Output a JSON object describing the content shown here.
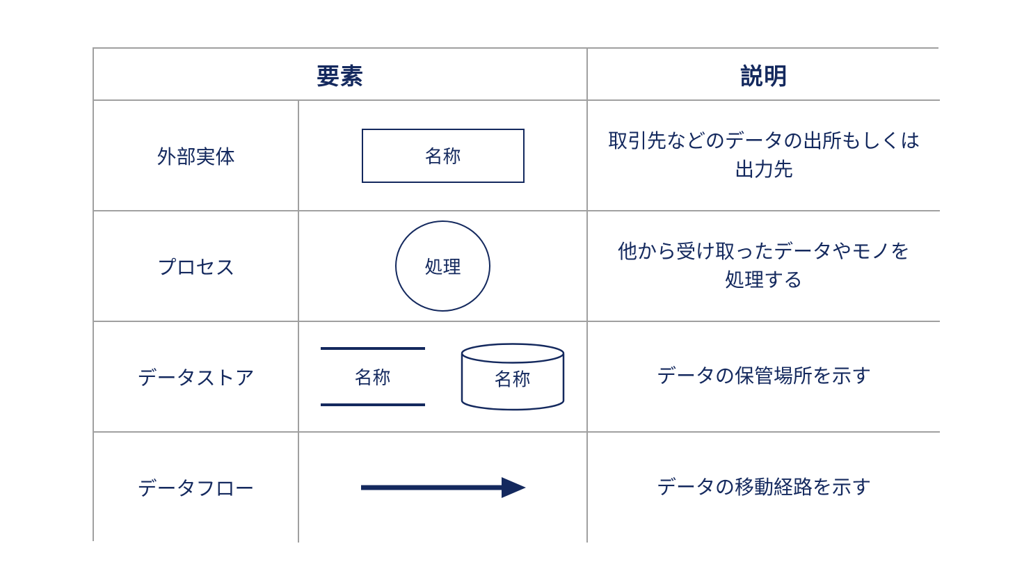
{
  "colors": {
    "ink": "#14295e",
    "border": "#a0a0a0",
    "background": "#ffffff"
  },
  "table": {
    "header": {
      "element": "要素",
      "description": "説明"
    },
    "rows": [
      {
        "label": "外部実体",
        "shape": "rectangle",
        "shape_label": "名称",
        "description": "取引先などのデータの出所もしくは\n出力先"
      },
      {
        "label": "プロセス",
        "shape": "circle",
        "shape_label": "処理",
        "description": "他から受け取ったデータやモノを\n処理する"
      },
      {
        "label": "データストア",
        "shapes": [
          {
            "type": "parallel-lines",
            "label": "名称"
          },
          {
            "type": "cylinder",
            "label": "名称"
          }
        ],
        "description": "データの保管場所を示す"
      },
      {
        "label": "データフロー",
        "shape": "arrow",
        "description": "データの移動経路を示す"
      }
    ]
  }
}
